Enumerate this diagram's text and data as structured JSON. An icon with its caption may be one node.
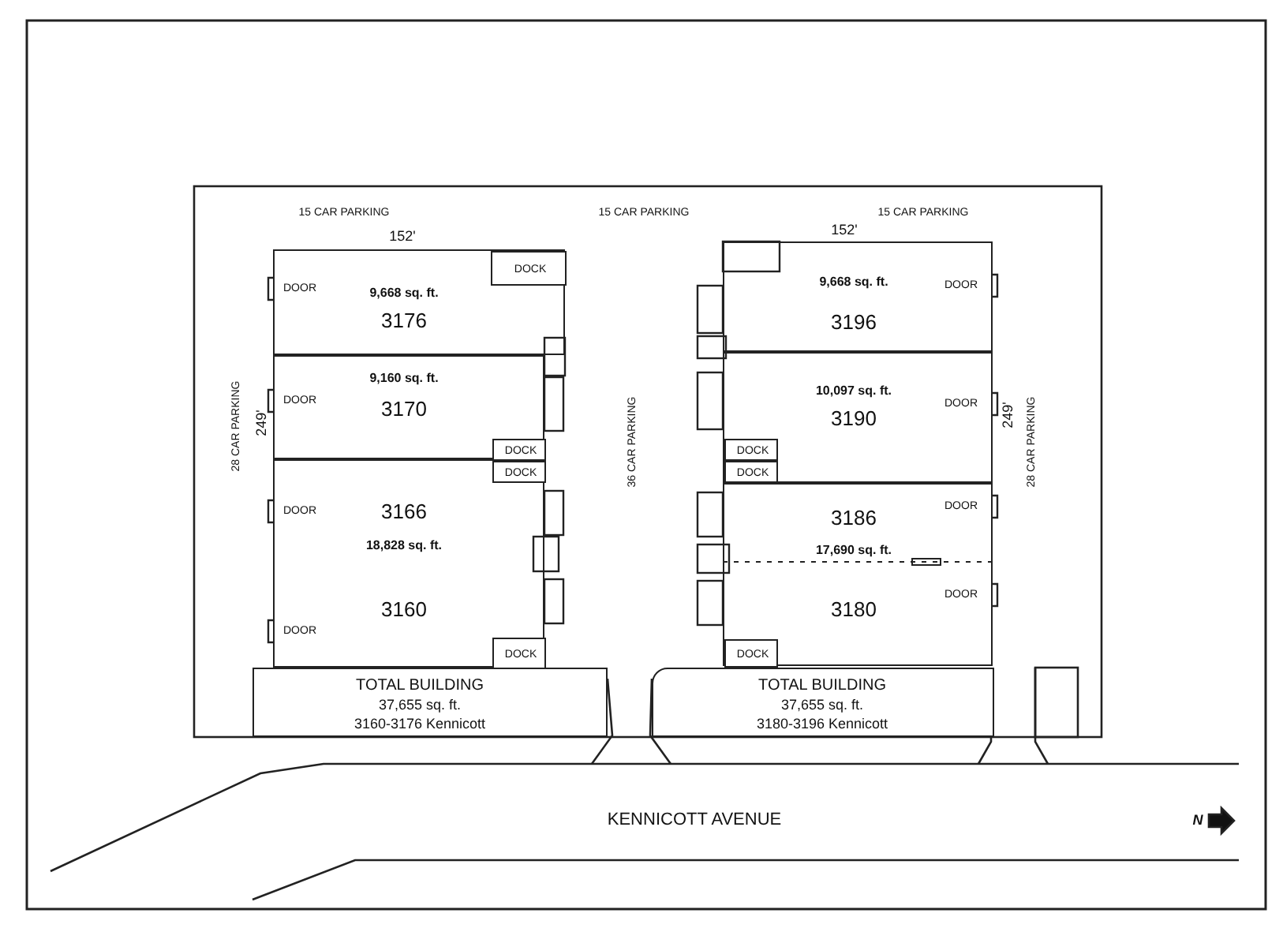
{
  "diagram": {
    "nodes": [
      {
        "text": [
          "9,668 sq. ft.",
          "3176"
        ]
      },
      {
        "text": [
          "DOCK"
        ],
        "in": 0
      },
      {
        "text": [
          "9,160 sq. ft.",
          "3170"
        ]
      },
      {
        "text": [
          "DOCK"
        ],
        "in": 2
      },
      {
        "text": [
          "DOCK"
        ],
        "in": 5
      },
      {
        "text": [
          "3166",
          "18,828 sq. ft.",
          "3160"
        ]
      },
      {
        "text": [
          "DOCK"
        ],
        "in": 5
      },
      {
        "text": [
          "TOTAL BUILDING",
          "37,655 sq. ft.",
          "3160-3176 Kennicott"
        ]
      },
      {
        "text": [
          "9,668 sq. ft.",
          "3196"
        ]
      },
      {
        "text": [
          "10,097 sq. ft.",
          "3190"
        ]
      },
      {
        "text": [
          "DOCK"
        ],
        "in": 9
      },
      {
        "text": [
          "DOCK"
        ],
        "in": 9
      },
      {
        "text": [
          "3186",
          "17,690 sq. ft.",
          "3180"
        ]
      },
      {
        "text": [
          "DOCK"
        ],
        "in": 12
      },
      {
        "text": [
          "TOTAL BUILDING",
          "37,655 sq. ft.",
          "3180-3196 Kennicott"
        ]
      }
    ],
    "labels": [
      "15 CAR PARKING",
      "15 CAR PARKING",
      "15 CAR PARKING",
      "152'",
      "152'",
      "DOOR",
      "DOOR",
      "DOOR",
      "DOOR",
      "28 CAR PARKING",
      "249'",
      "36 CAR PARKING",
      "DOOR",
      "DOOR",
      "249'",
      "28 CAR PARKING",
      "DOOR",
      "DOOR",
      "KENNICOTT AVENUE",
      "N"
    ]
  }
}
